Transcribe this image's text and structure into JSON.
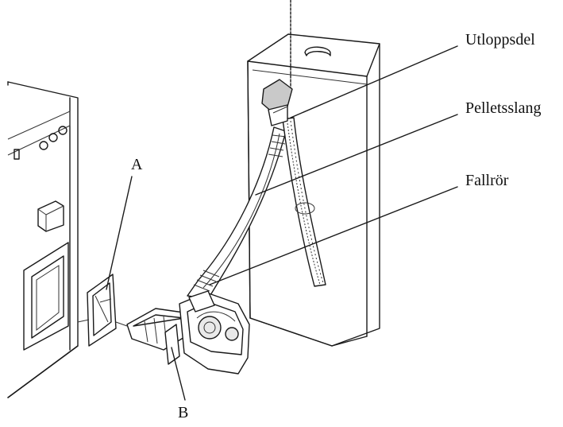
{
  "labels": {
    "outlet": "Utloppsdel",
    "pellet_hose": "Pelletsslang",
    "drop_tube": "Fallrör",
    "a": "A",
    "b": "B"
  }
}
